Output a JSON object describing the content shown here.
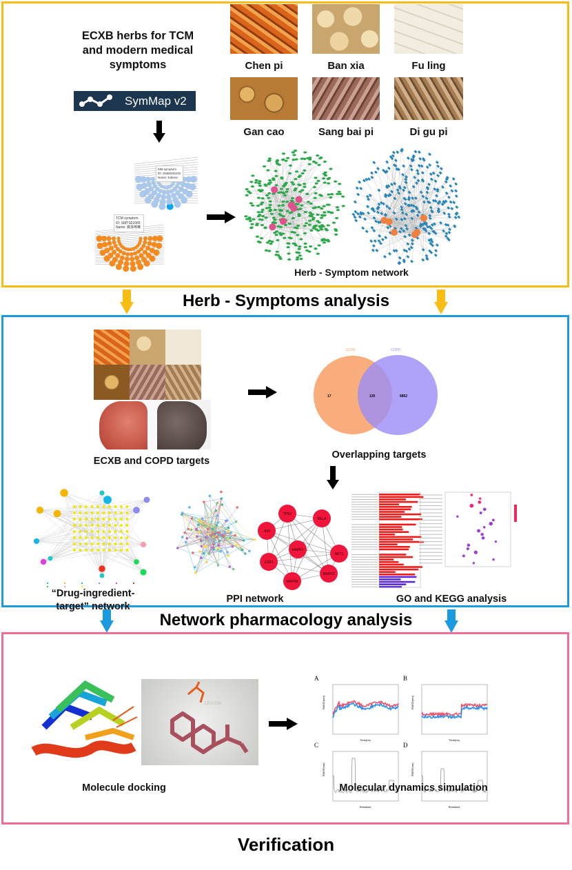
{
  "section1": {
    "heading": "Herb - Symptoms analysis",
    "intro_line1": "ECXB herbs for TCM",
    "intro_line2": "and modern medical",
    "intro_line3": "symptoms",
    "symmap_logo": "SymMap v2",
    "mm_tooltip": [
      "MM symptom",
      "ID: SMMS00233",
      "Name: Edema"
    ],
    "tcm_tooltip": [
      "TCM symptom",
      "ID: SMTS01065",
      "Name: 痰多咳嗽"
    ],
    "herbs": [
      "Chen pi",
      "Ban xia",
      "Fu ling",
      "Gan cao",
      "Sang bai pi",
      "Di gu pi"
    ],
    "network_caption": "Herb - Symptom network"
  },
  "section2": {
    "heading": "Network pharmacology analysis",
    "targets_caption": "ECXB and COPD targets",
    "venn": {
      "left_label": "ECXB",
      "right_label": "COPD",
      "left_only": "17",
      "overlap": "120",
      "right_only": "6852"
    },
    "overlap_caption": "Overlapping targets",
    "dit_caption_line1": "“Drug-ingredient-",
    "dit_caption_line2": "target” network",
    "ppi_caption": "PPI network",
    "ppi_nodes": [
      "TP53",
      "RELA",
      "JUN",
      "MAPK1",
      "AKT1",
      "ESR1",
      "MAPK3",
      "MAPK8"
    ],
    "go_caption": "GO and KEGG analysis"
  },
  "section3": {
    "heading": "Verification",
    "docking_caption": "Molecule docking",
    "residue_label": "LEU-236",
    "md_caption": "Molecular dynamics simulation",
    "md_panels": [
      "A",
      "B",
      "C",
      "D"
    ],
    "md_xlabels": [
      "Time(ns)",
      "Time(ns)",
      "Residues",
      "Residues"
    ],
    "md_ylabels": [
      "RMSD(nm)",
      "RMSD(nm)",
      "RMSF(nm)",
      "RMSF(nm)"
    ]
  },
  "colors": {
    "yellow": "#f8bd14",
    "blue": "#1b9ae0",
    "pink": "#ee6f93"
  }
}
